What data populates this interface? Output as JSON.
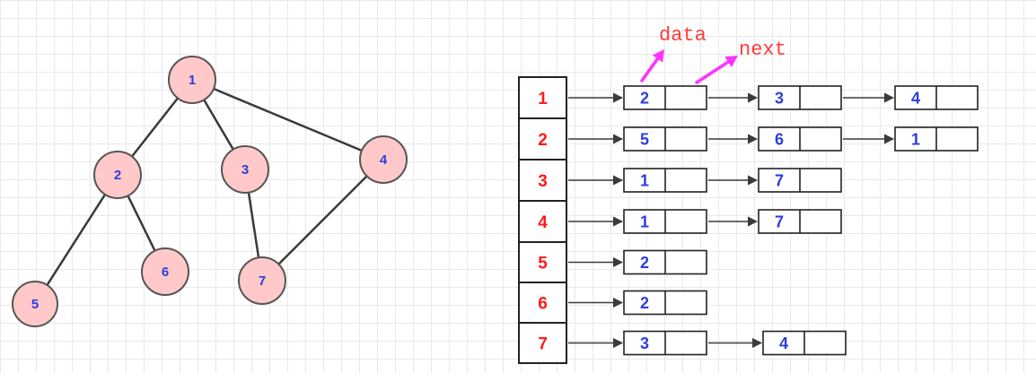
{
  "colors": {
    "node_fill": "#ffc9c9",
    "node_stroke": "#555555",
    "node_text": "#2c3edb",
    "index_text": "#ff1a1a",
    "cell_text": "#2c3edb",
    "annotation": "#ff3b3b",
    "annotation_arrow": "#ff33ff",
    "line": "#3a3a3a"
  },
  "graph": {
    "nodes": [
      {
        "label": "1"
      },
      {
        "label": "2"
      },
      {
        "label": "3"
      },
      {
        "label": "4"
      },
      {
        "label": "5"
      },
      {
        "label": "6"
      },
      {
        "label": "7"
      }
    ],
    "edges": [
      [
        "1",
        "2"
      ],
      [
        "1",
        "3"
      ],
      [
        "1",
        "4"
      ],
      [
        "2",
        "5"
      ],
      [
        "2",
        "6"
      ],
      [
        "3",
        "7"
      ],
      [
        "4",
        "7"
      ]
    ]
  },
  "adjacency_list": {
    "rows": [
      {
        "index": "1",
        "neighbors": [
          "2",
          "3",
          "4"
        ]
      },
      {
        "index": "2",
        "neighbors": [
          "5",
          "6",
          "1"
        ]
      },
      {
        "index": "3",
        "neighbors": [
          "1",
          "7"
        ]
      },
      {
        "index": "4",
        "neighbors": [
          "1",
          "7"
        ]
      },
      {
        "index": "5",
        "neighbors": [
          "2"
        ]
      },
      {
        "index": "6",
        "neighbors": [
          "2"
        ]
      },
      {
        "index": "7",
        "neighbors": [
          "3",
          "4"
        ]
      }
    ],
    "annotations": {
      "data": "data",
      "next": "next"
    }
  }
}
